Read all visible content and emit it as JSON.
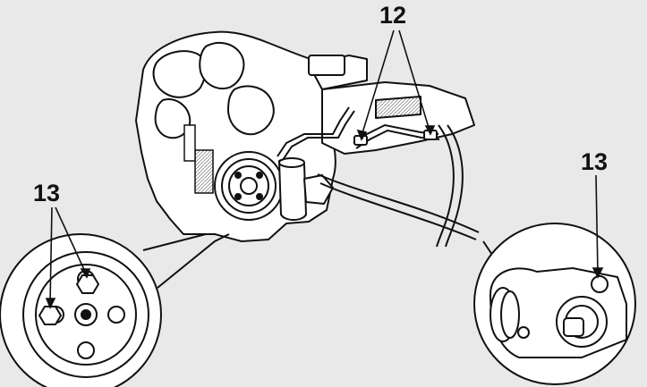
{
  "figure": {
    "callouts": {
      "fuel_line_clips": "12",
      "pulley_bolts_left": "13",
      "pulley_bolts_right": "13"
    },
    "colors": {
      "background": "#e9e9e9",
      "ink": "#111111",
      "fill": "#ffffff"
    },
    "parts": [
      "engine-block-icon",
      "power-steering-pump-icon",
      "pump-pulley-icon",
      "bolt-icon",
      "hose-icon",
      "detail-circle-icon"
    ]
  }
}
